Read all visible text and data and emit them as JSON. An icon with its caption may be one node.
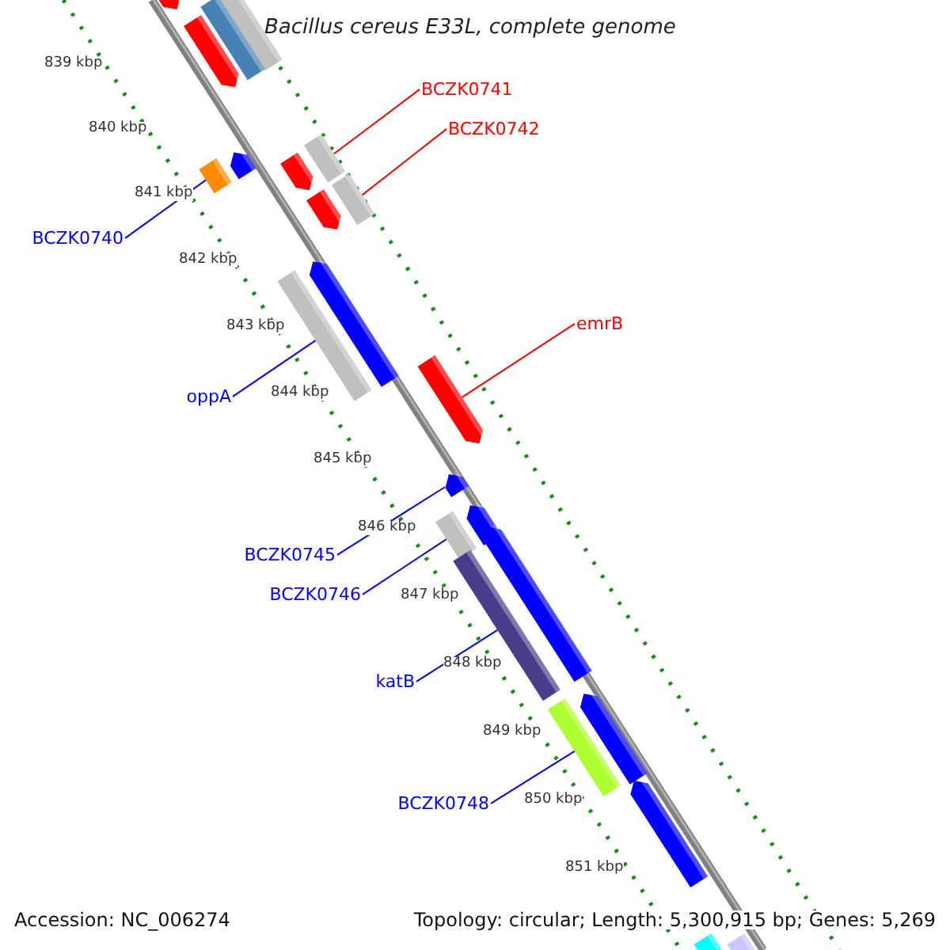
{
  "diagram": {
    "title": "Bacillus cereus E33L, complete genome",
    "nodes": [
      {
        "text": [
          "BCZK0741"
        ]
      },
      {
        "text": [],
        "shape": "box"
      },
      {
        "text": [
          "BCZK0742"
        ]
      },
      {
        "text": [],
        "shape": "box"
      },
      {
        "text": [
          "BCZK0740"
        ]
      },
      {
        "text": [],
        "shape": "box"
      },
      {
        "text": [
          "oppA"
        ]
      },
      {
        "text": [],
        "shape": "box"
      },
      {
        "text": [
          "emrB"
        ]
      },
      {
        "text": [],
        "shape": "arrow"
      },
      {
        "text": [
          "BCZK0745"
        ]
      },
      {
        "text": [],
        "shape": "arrow"
      },
      {
        "text": [
          "BCZK0746"
        ]
      },
      {
        "text": [],
        "shape": "box"
      },
      {
        "text": [
          "katB"
        ]
      },
      {
        "text": [],
        "shape": "box"
      },
      {
        "text": [
          "BCZK0748"
        ]
      },
      {
        "text": [],
        "shape": "box"
      },
      {
        "text": [],
        "shape": "arrow"
      },
      {
        "text": [],
        "shape": "box"
      },
      {
        "text": [],
        "shape": "box"
      },
      {
        "text": [],
        "shape": "arrow"
      },
      {
        "text": [],
        "shape": "arrow"
      },
      {
        "text": [],
        "shape": "arrow"
      },
      {
        "text": [],
        "shape": "arrow"
      },
      {
        "text": [],
        "shape": "arrow"
      },
      {
        "text": [],
        "shape": "arrow"
      },
      {
        "text": [],
        "shape": "arrow"
      },
      {
        "text": [],
        "shape": "arrow"
      },
      {
        "text": [],
        "shape": "arrow"
      },
      {
        "text": [],
        "shape": "box"
      },
      {
        "text": [],
        "shape": "box"
      }
    ],
    "edges": [
      {
        "from": 0,
        "to": 1,
        "arrow": "none",
        "color": "#ff0000"
      },
      {
        "from": 2,
        "to": 3,
        "arrow": "none",
        "color": "#ff0000"
      },
      {
        "from": 4,
        "to": 5,
        "arrow": "none"
      },
      {
        "from": 6,
        "to": 7,
        "arrow": "none"
      },
      {
        "from": 8,
        "to": 9,
        "arrow": "none",
        "color": "#ff0000"
      },
      {
        "from": 10,
        "to": 11,
        "arrow": "none"
      },
      {
        "from": 12,
        "to": 13,
        "arrow": "none"
      },
      {
        "from": 14,
        "to": 15,
        "arrow": "none"
      },
      {
        "from": 16,
        "to": 17,
        "arrow": "none"
      }
    ],
    "labels": [
      "839 kbp",
      "840 kbp",
      "841 kbp",
      "842 kbp",
      "843 kbp",
      "844 kbp",
      "845 kbp",
      "846 kbp",
      "847 kbp",
      "848 kbp",
      "849 kbp",
      "850 kbp",
      "851 kbp",
      "Accession: NC_006274",
      "Topology: circular; Length: 5,300,915 bp; Genes: 5,269"
    ]
  }
}
